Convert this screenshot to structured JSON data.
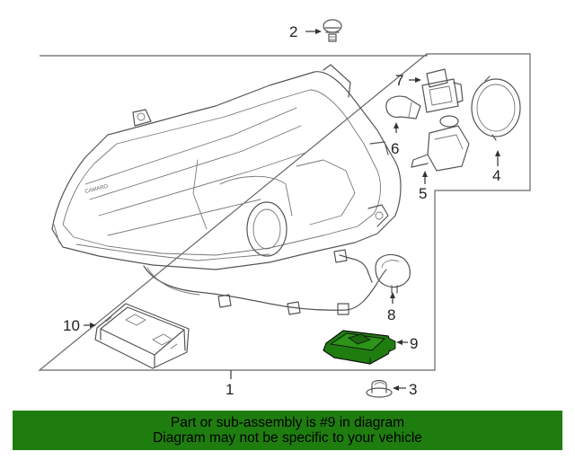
{
  "callouts": {
    "c1": "1",
    "c2": "2",
    "c3": "3",
    "c4": "4",
    "c5": "5",
    "c6": "6",
    "c7": "7",
    "c8": "8",
    "c9": "9",
    "c10": "10"
  },
  "lamp_text": "CAMARO",
  "banner": {
    "line1": "Part or sub-assembly is #9 in diagram",
    "line2": "Diagram may not be specific to your vehicle",
    "color": "#1f7d10"
  },
  "highlight_color": "#1f7d10"
}
